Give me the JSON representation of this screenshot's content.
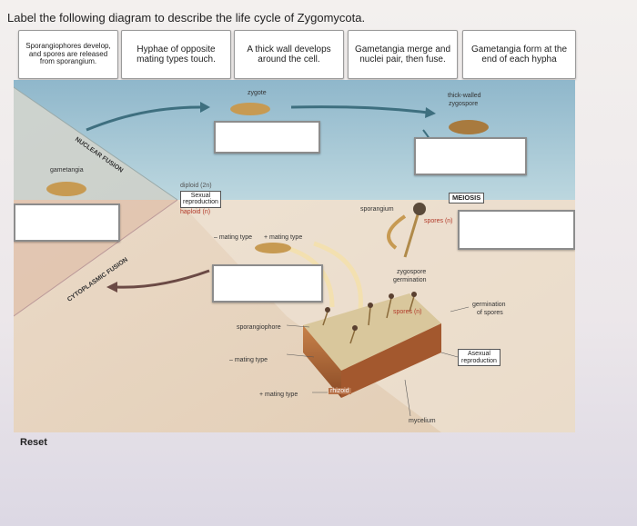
{
  "question": "Label the following diagram to describe the life cycle of Zygomycota.",
  "cards": [
    "Sporangiophores develop, and spores are released from sporangium.",
    "Hyphae of opposite mating types touch.",
    "A thick wall develops around the cell.",
    "Gametangia merge and nuclei pair, then fuse.",
    "Gametangia form at the end of each hypha"
  ],
  "diagram": {
    "zygote": "zygote",
    "thick_walled": "thick-walled",
    "zygospore": "zygospore",
    "nuclear_fusion": "NUCLEAR FUSION",
    "gametangia": "gametangia",
    "diploid": "diploid (2n)",
    "sexual": "Sexual",
    "reproduction": "reproduction",
    "haploid": "haploid (n)",
    "meiosis": "MEIOSIS",
    "sporangium_top": "sporangium",
    "spores_top": "spores (n)",
    "minus_mating": "– mating type",
    "plus_mating": "+ mating type",
    "cytoplasmic_fusion": "CYTOPLASMIC FUSION",
    "zygospore_germ_1": "zygospore",
    "zygospore_germ_2": "germination",
    "sporangium_low": "sporangium",
    "spores_low": "spores (n)",
    "germination_1": "germination",
    "germination_2": "of spores",
    "sporangiophore": "sporangiophore",
    "asexual_1": "Asexual",
    "asexual_2": "reproduction",
    "minus_mating_low": "– mating type",
    "plus_mating_low": "+ mating type",
    "rhizoid": "rhizoid",
    "mycelium": "mycelium"
  },
  "reset_label": "Reset",
  "colors": {
    "sky": "#9fc3d4",
    "sand": "#e6d3bd",
    "arrow": "#3e6f7f",
    "fungus": "#c79a52"
  }
}
